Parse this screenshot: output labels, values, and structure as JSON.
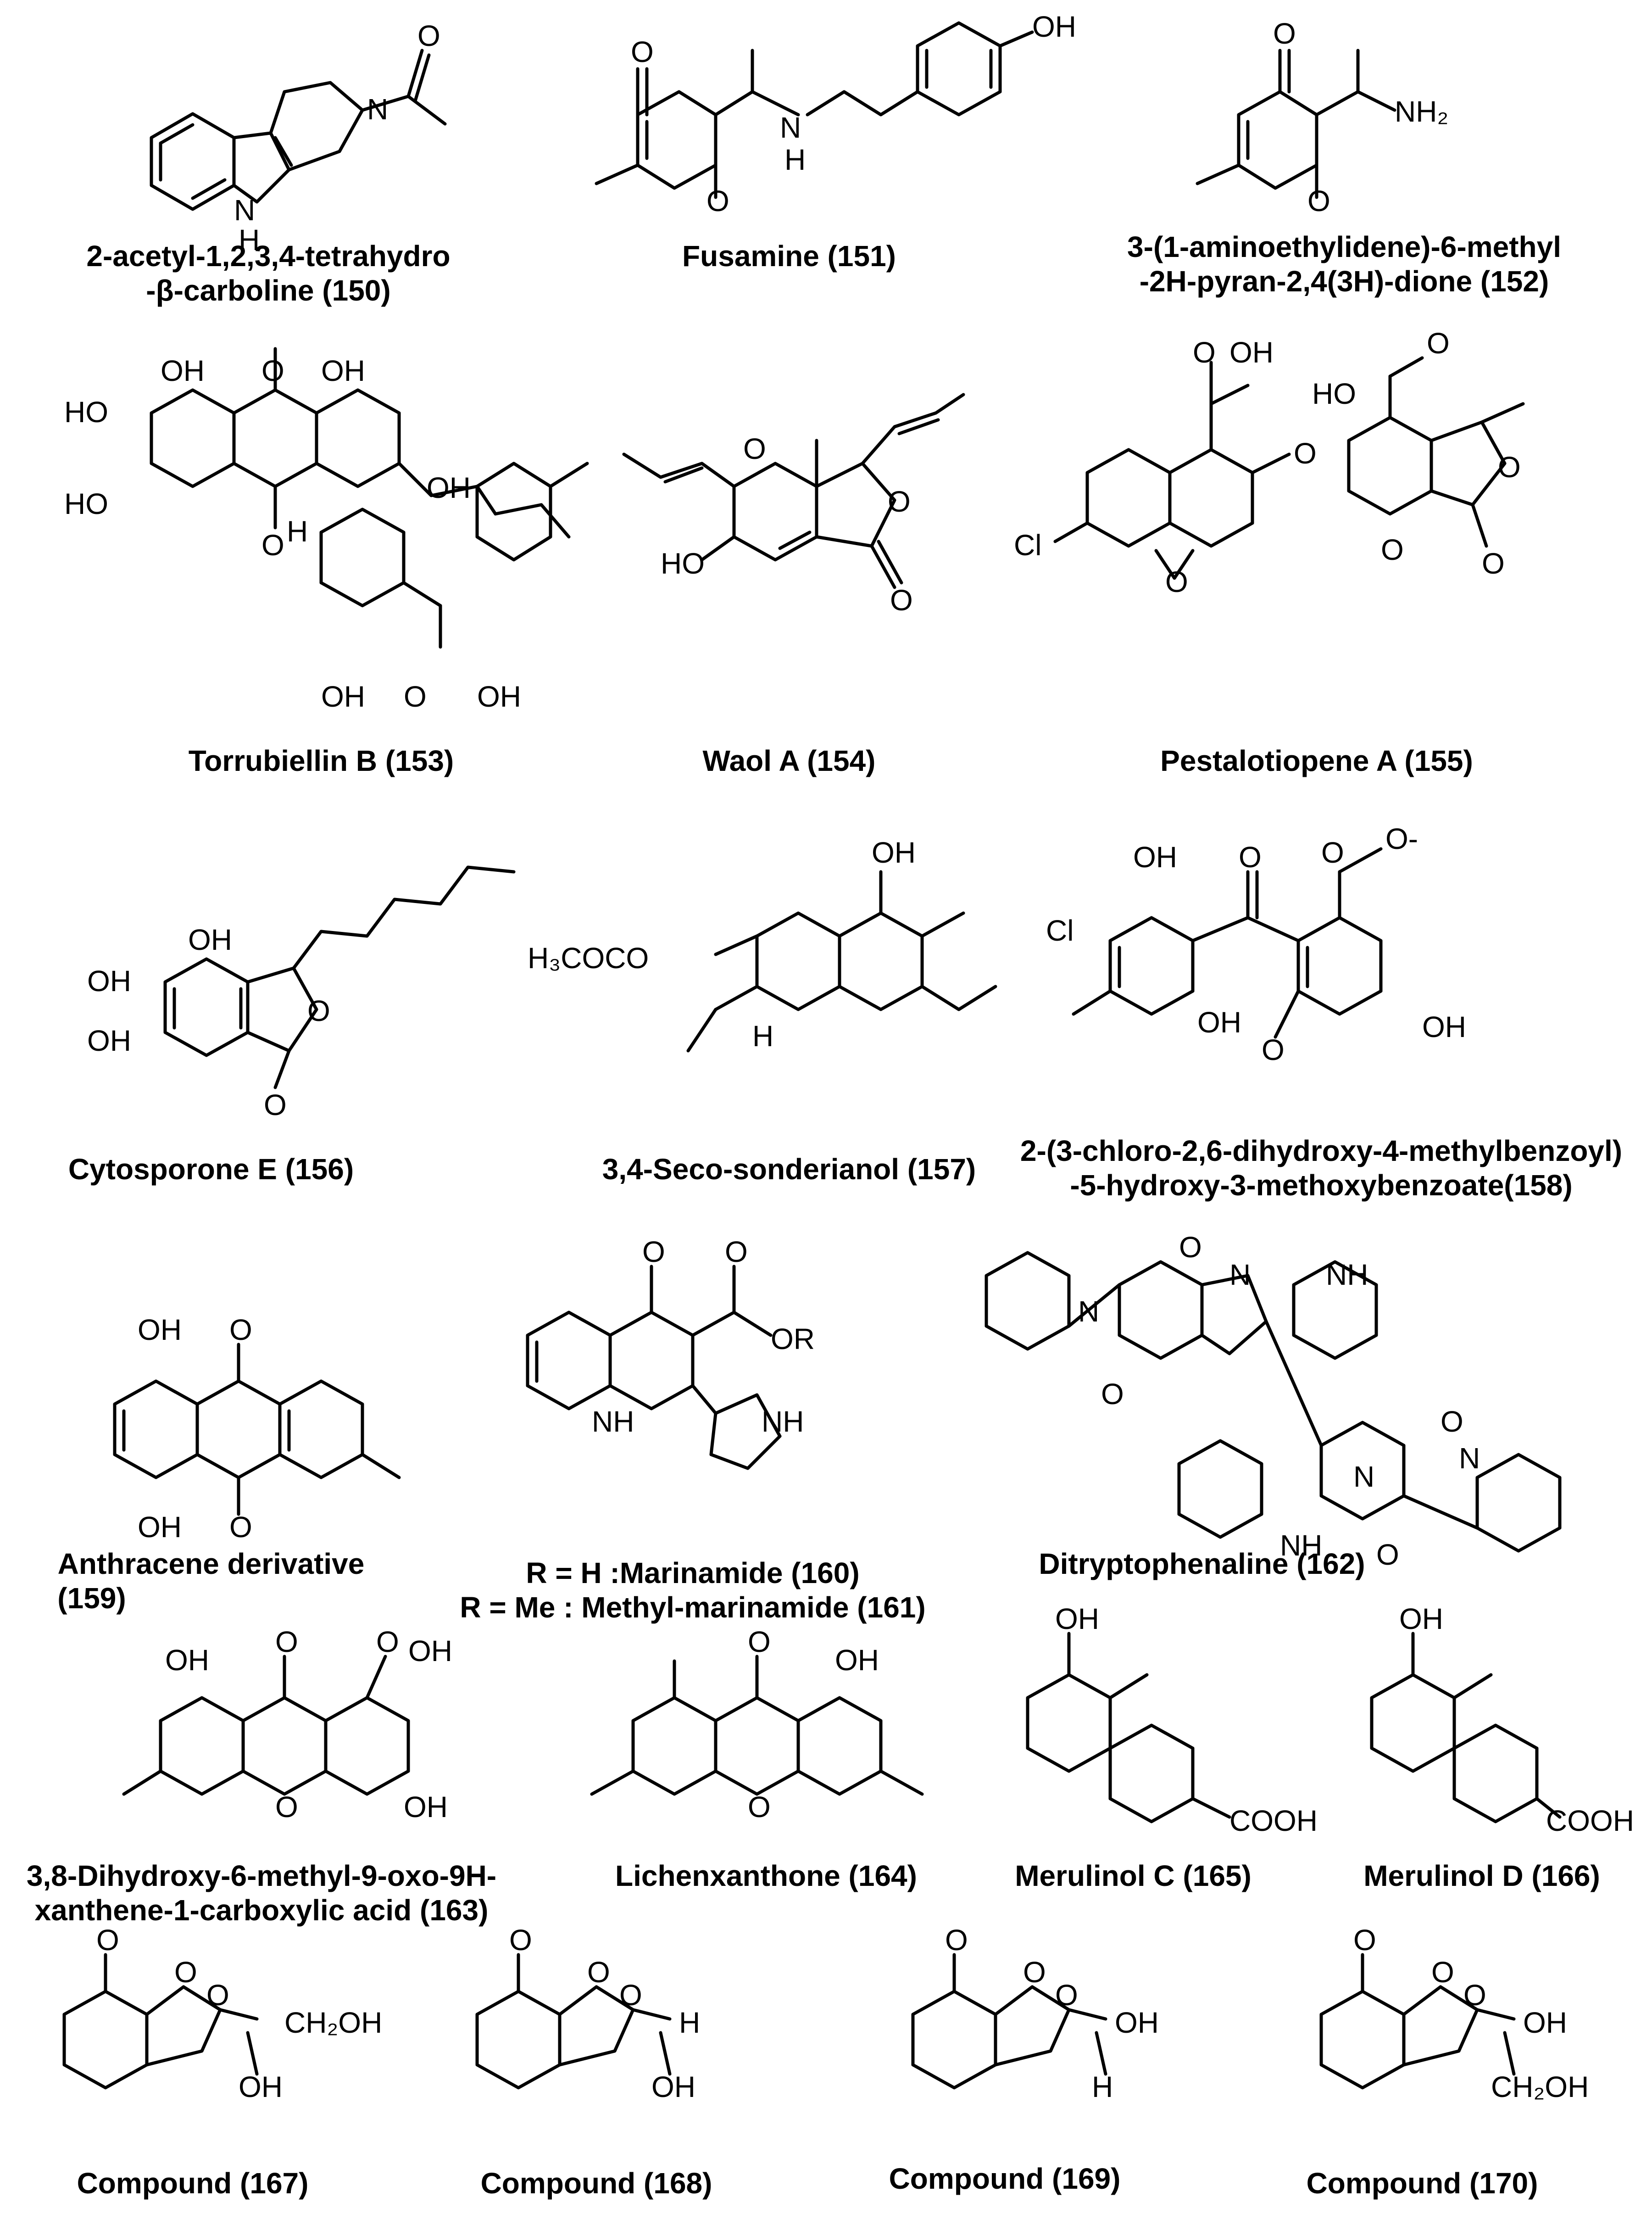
{
  "compounds": [
    {
      "key": "c150",
      "label_lines": [
        "2-acetyl-1,2,3,4-tetrahydro",
        "-β-carboline (150)"
      ]
    },
    {
      "key": "c151",
      "label_lines": [
        "Fusamine (151)"
      ]
    },
    {
      "key": "c152",
      "label_lines": [
        "3-(1-aminoethylidene)-6-methyl",
        "-2H-pyran-2,4(3H)-dione (152)"
      ]
    },
    {
      "key": "c153",
      "label_lines": [
        "Torrubiellin B (153)"
      ]
    },
    {
      "key": "c154",
      "label_lines": [
        "Waol A (154)"
      ]
    },
    {
      "key": "c155",
      "label_lines": [
        "Pestalotiopene A (155)"
      ]
    },
    {
      "key": "c156",
      "label_lines": [
        "Cytosporone E (156)"
      ]
    },
    {
      "key": "c157",
      "label_lines": [
        "3,4-Seco-sonderianol (157)"
      ]
    },
    {
      "key": "c158",
      "label_lines": [
        "2-(3-chloro-2,6-dihydroxy-4-methylbenzoyl)",
        "-5-hydroxy-3-methoxybenzoate(158)"
      ]
    },
    {
      "key": "c159",
      "label_lines": [
        "Anthracene derivative",
        "(159)"
      ]
    },
    {
      "key": "c160",
      "label_lines": [
        "R = H :Marinamide (160)",
        "R = Me : Methyl-marinamide (161)"
      ]
    },
    {
      "key": "c162",
      "label_lines": [
        "Ditryptophenaline (162)"
      ]
    },
    {
      "key": "c163",
      "label_lines": [
        "3,8-Dihydroxy-6-methyl-9-oxo-9H-",
        "xanthene-1-carboxylic acid (163)"
      ]
    },
    {
      "key": "c164",
      "label_lines": [
        "Lichenxanthone (164)"
      ]
    },
    {
      "key": "c165",
      "label_lines": [
        "Merulinol C (165)"
      ]
    },
    {
      "key": "c166",
      "label_lines": [
        "Merulinol D (166)"
      ]
    },
    {
      "key": "c167",
      "label_lines": [
        "Compound (167)"
      ]
    },
    {
      "key": "c168",
      "label_lines": [
        "Compound (168)"
      ]
    },
    {
      "key": "c169",
      "label_lines": [
        "Compound (169)"
      ]
    },
    {
      "key": "c170",
      "label_lines": [
        "Compound (170)"
      ]
    }
  ],
  "atom_labels": {
    "O": "O",
    "N": "N",
    "NH": "NH",
    "H": "H",
    "OH": "OH",
    "HO": "HO",
    "Cl": "Cl",
    "NH2": "NH₂",
    "COOH": "COOH",
    "CH2OH": "CH₂OH",
    "OR": "OR",
    "Ominus": "O-",
    "H3COCO": "H₃COCO"
  }
}
